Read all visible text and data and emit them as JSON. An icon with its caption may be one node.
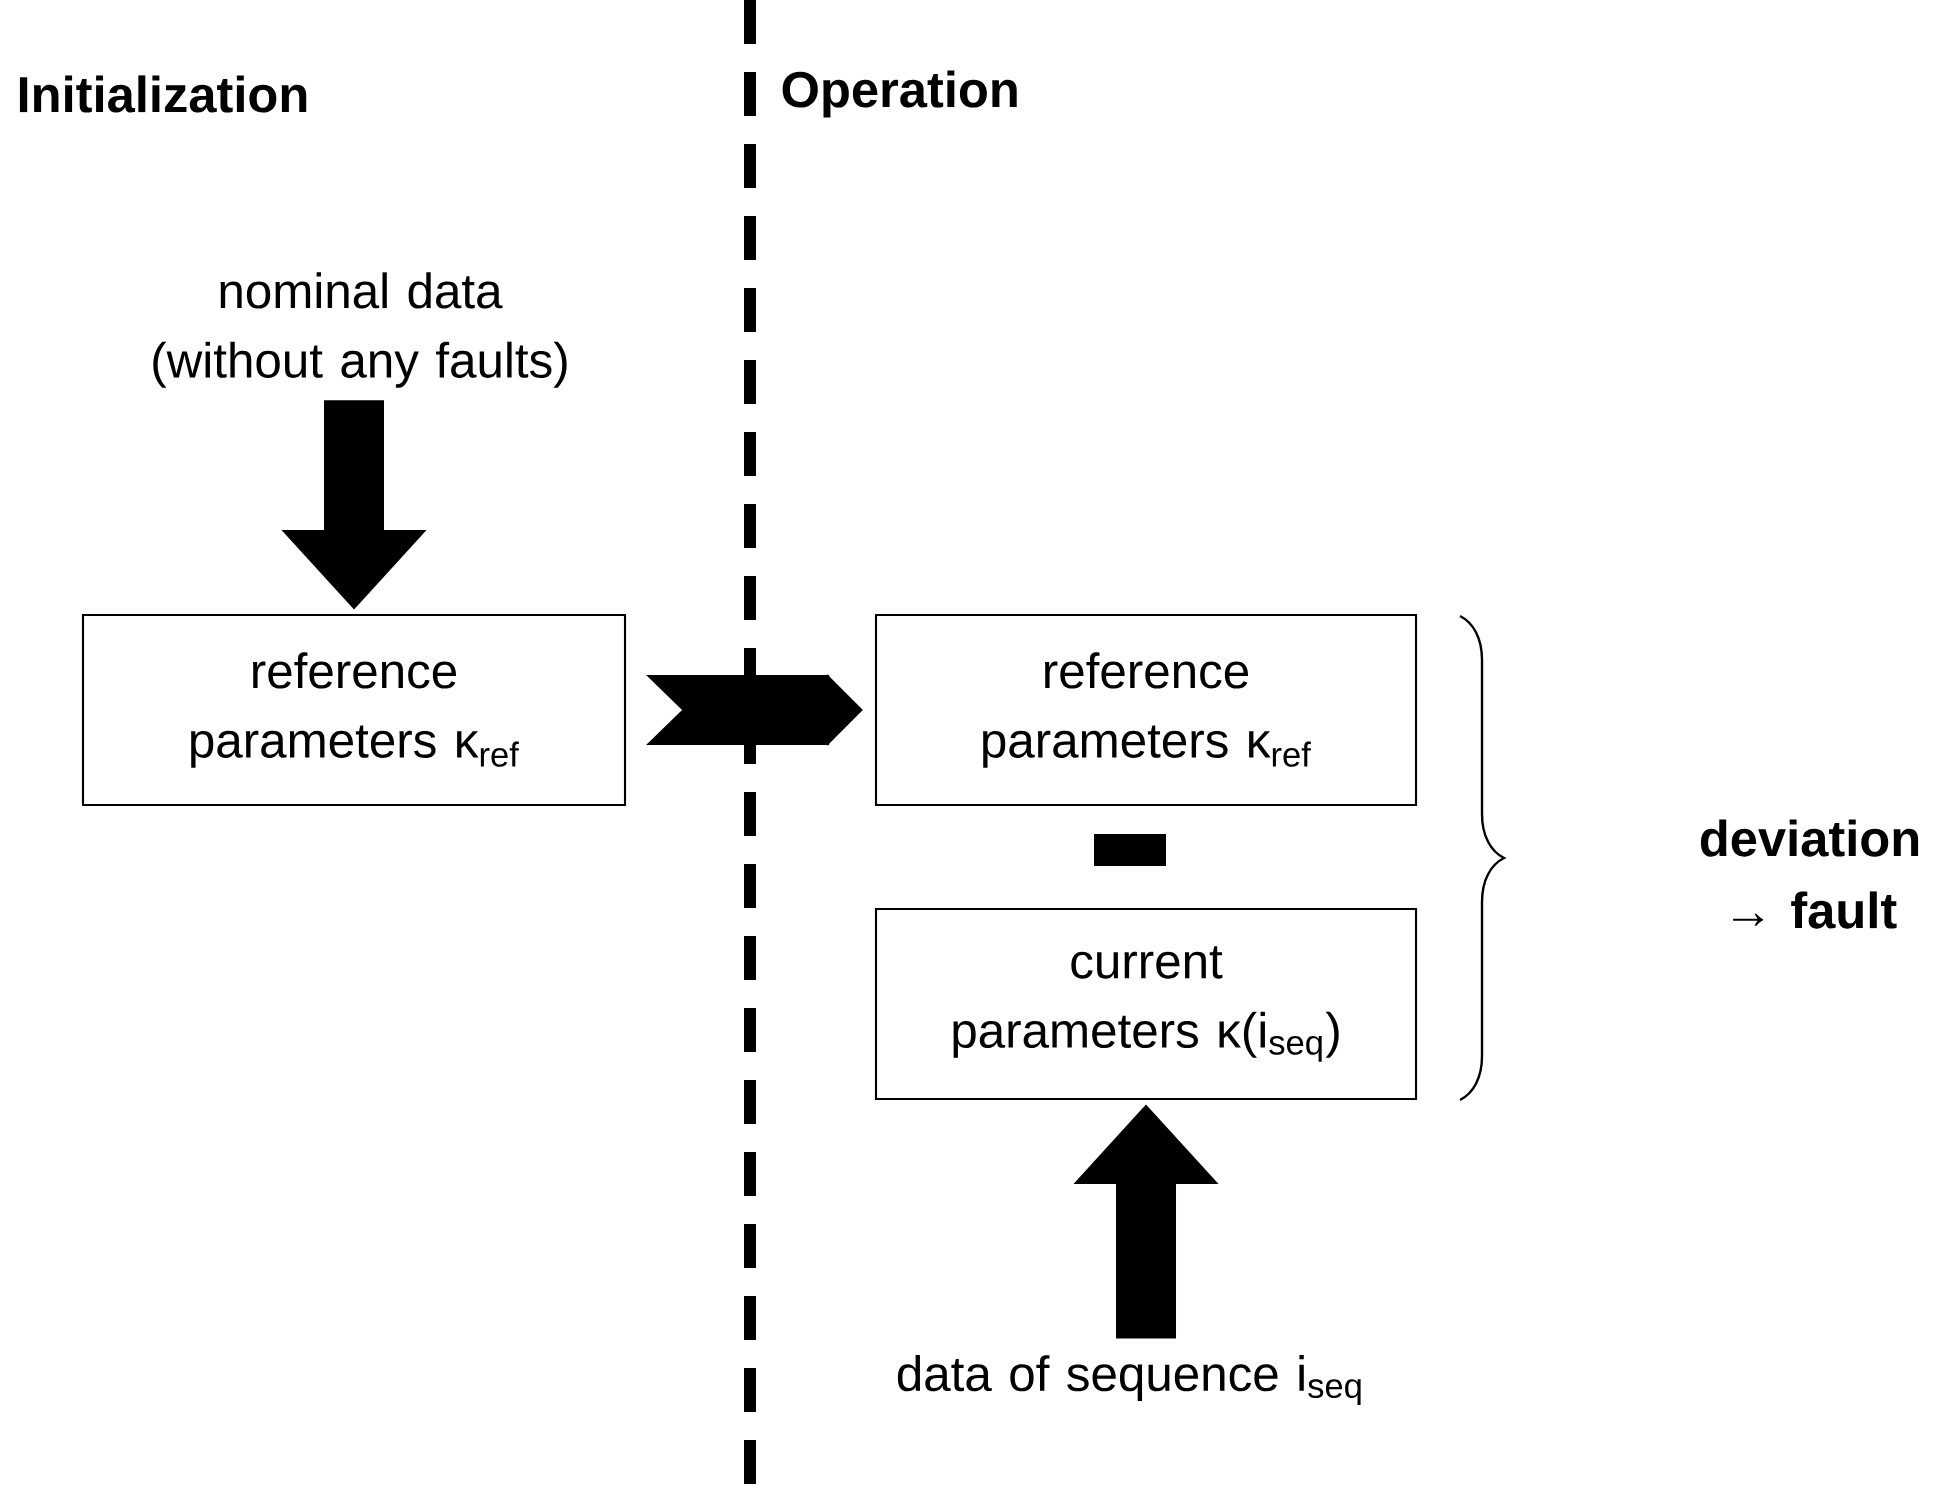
{
  "diagram": {
    "nodes": [
      {
        "text": [
          "nominal data (without any faults)"
        ]
      },
      {
        "text": [
          "reference parameters κ$_{ref}$"
        ]
      },
      {
        "text": [
          "reference parameters κ$_{ref}$"
        ]
      },
      {
        "text": [
          "current parameters κ(i$_{seq}$)"
        ]
      },
      {
        "text": [
          "data of sequence i$_{seq}$"
        ]
      }
    ],
    "edges": [
      {
        "from": 0,
        "to": 1,
        "arrow": "to"
      },
      {
        "from": 1,
        "to": 2,
        "arrow": "to"
      },
      {
        "from": 4,
        "to": 3,
        "arrow": "to"
      }
    ],
    "labels": [
      "Initialization",
      "Operation",
      "deviation → fault"
    ]
  }
}
